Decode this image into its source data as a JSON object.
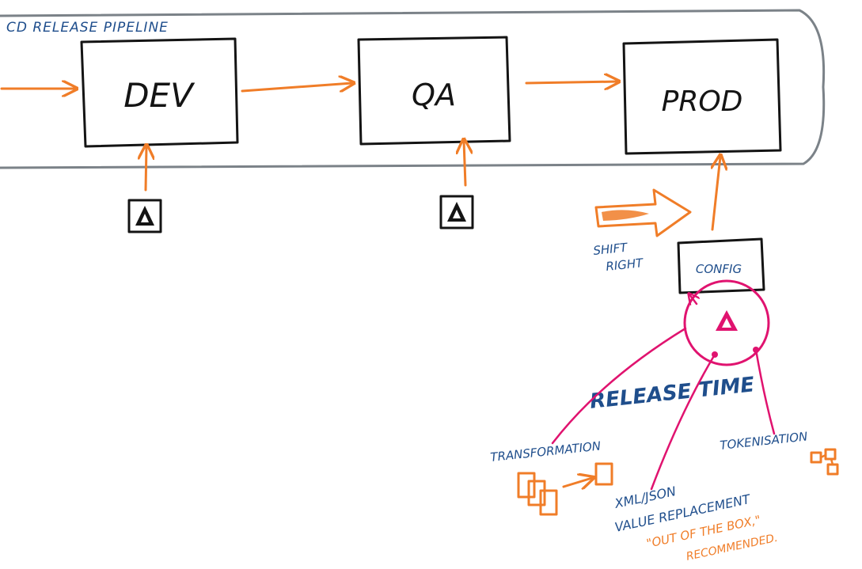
{
  "pipeline": {
    "title": "CD RELEASE PIPELINE",
    "stages": [
      "DEV",
      "QA",
      "PROD"
    ]
  },
  "shift": {
    "line1": "SHIFT",
    "line2": "RIGHT"
  },
  "config": {
    "label": "CONFIG"
  },
  "release_time": {
    "label": "RELEASE TIME"
  },
  "methods": {
    "transformation": "TRANSFORMATION",
    "tokenisation": "TOKENISATION",
    "replacement": {
      "line1": "XML/JSON",
      "line2": "VALUE REPLACEMENT",
      "line3": "\"OUT OF THE BOX,\"",
      "line4": "RECOMMENDED."
    }
  },
  "colors": {
    "ink": "#141414",
    "orange": "#f07d28",
    "pink": "#e0136f",
    "blue": "#1f4e8c",
    "gray": "#7b8288"
  }
}
